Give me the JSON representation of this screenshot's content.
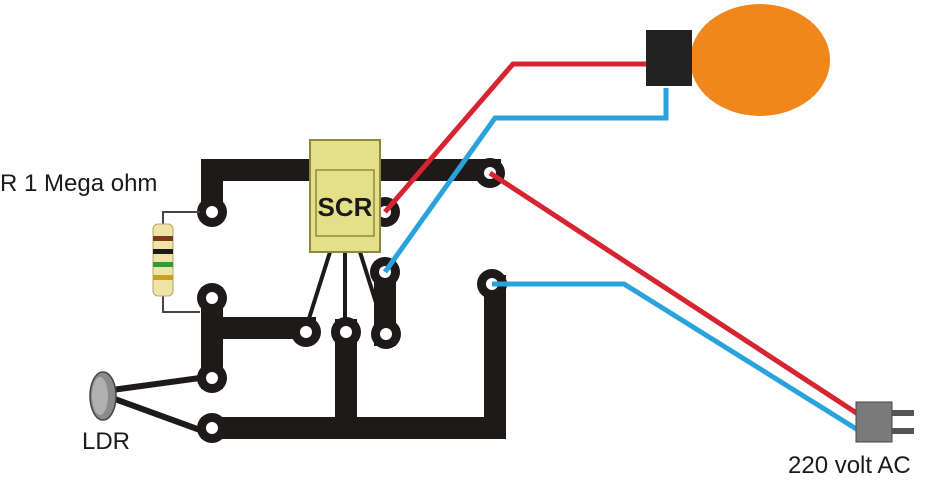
{
  "labels": {
    "resistor": "R 1 Mega ohm",
    "scr": "SCR",
    "ldr": "LDR",
    "ac_plug": "220 volt AC"
  },
  "colors": {
    "pcb_track": "#1e1a1a",
    "live_wire": "#d62430",
    "neutral_wire": "#2aa3dc",
    "scr_body": "#e4e08a",
    "scr_outline": "#8e8a3a",
    "bulb": "#f0861c",
    "bulb_socket": "#222222",
    "resistor_body": "#efe3a6",
    "ldr_body": "#8a8a8a",
    "plug_body": "#7a7a7a"
  },
  "resistor_bands": [
    "#7a3a1e",
    "#1a1a1a",
    "#2b9c3a",
    "#c9a020"
  ]
}
